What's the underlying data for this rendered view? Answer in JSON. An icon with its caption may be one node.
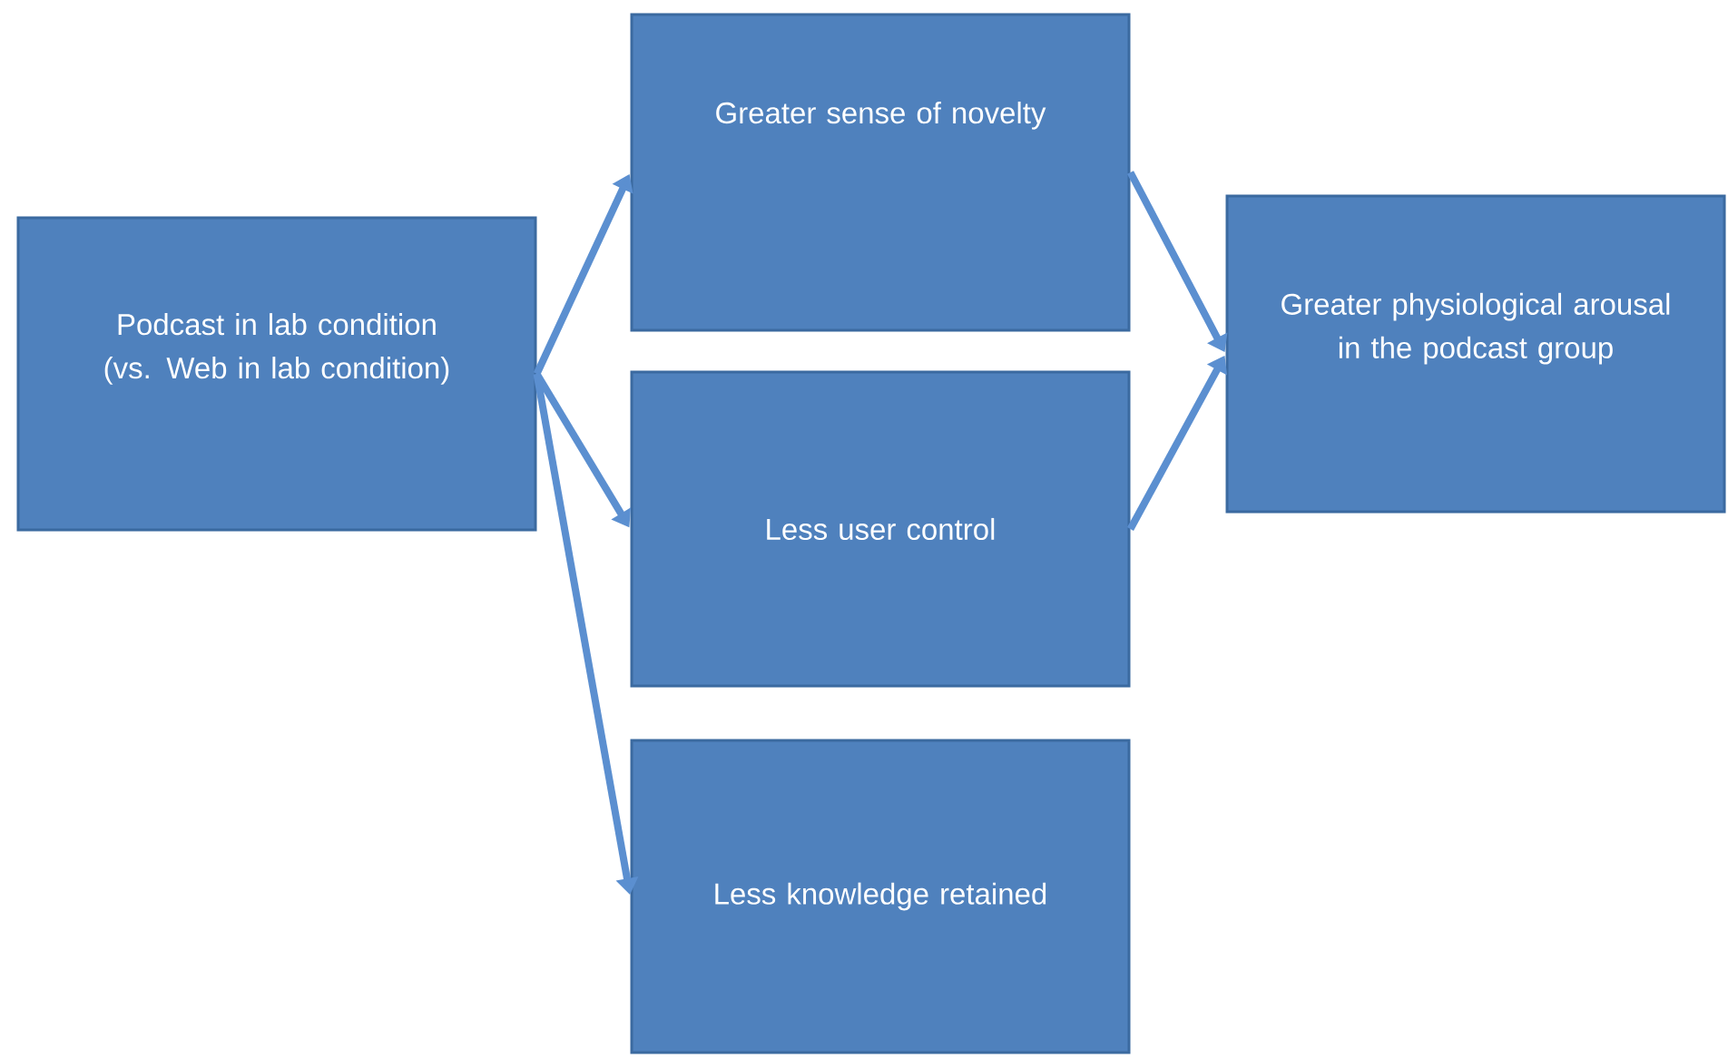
{
  "diagram": {
    "nodes": [
      {
        "text": [
          "Podcast in lab condition (vs. Web in lab condition)"
        ]
      },
      {
        "text": [
          "Greater sense of novelty"
        ]
      },
      {
        "text": [
          "Less user control"
        ]
      },
      {
        "text": [
          "Less knowledge retained"
        ]
      },
      {
        "text": [
          "Greater physiological arousal in the podcast group"
        ]
      }
    ],
    "edges": [
      {
        "from": 0,
        "to": 1,
        "arrow": "to"
      },
      {
        "from": 0,
        "to": 2,
        "arrow": "to"
      },
      {
        "from": 0,
        "to": 3,
        "arrow": "to"
      },
      {
        "from": 1,
        "to": 4,
        "arrow": "to"
      },
      {
        "from": 2,
        "to": 4,
        "arrow": "to"
      }
    ]
  }
}
